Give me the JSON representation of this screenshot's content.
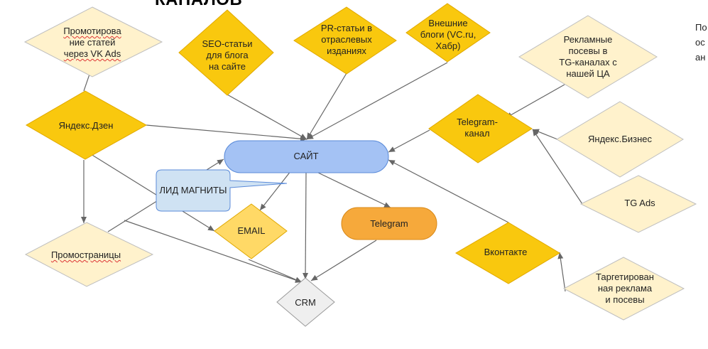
{
  "title": "КАНАЛОВ",
  "side_text": [
    "По",
    "ос",
    "ан"
  ],
  "nodes": {
    "promo_vk": [
      "Промотирова",
      "ние статей",
      "через VK Ads"
    ],
    "seo": [
      "SEO-статьи",
      "для блога",
      "на сайте"
    ],
    "pr": [
      "PR-статьи в",
      "отраслевых",
      "изданиях"
    ],
    "blogs": [
      "Внешние",
      "блоги (VC.ru,",
      "Хабр)"
    ],
    "tg_posts": [
      "Рекламные",
      "посевы в",
      "TG-каналах с",
      "нашей ЦА"
    ],
    "dzen": [
      "Яндекс.Дзен"
    ],
    "tg_channel": [
      "Telegram-",
      "канал"
    ],
    "ya_biz": [
      "Яндекс.Бизнес"
    ],
    "site": [
      "САЙТ"
    ],
    "lead": [
      "ЛИД МАГНИТЫ"
    ],
    "tg_ads": [
      "TG Ads"
    ],
    "email": [
      "EMAIL"
    ],
    "telegram": [
      "Telegram"
    ],
    "promo_pages": [
      "Промостраницы"
    ],
    "vk": [
      "Вконтакте"
    ],
    "target": [
      "Таргетирован",
      "ная реклама",
      "и посевы"
    ],
    "crm": [
      "CRM"
    ]
  },
  "colors": {
    "light_fill": "#fff2cc",
    "gold_fill": "#f9c80e",
    "mid_fill": "#ffd966",
    "blue_fill": "#a4c2f4",
    "lightblue_fill": "#cfe2f3",
    "orange_fill": "#f6a93b",
    "gray_fill": "#efefef",
    "line": "#666666"
  }
}
